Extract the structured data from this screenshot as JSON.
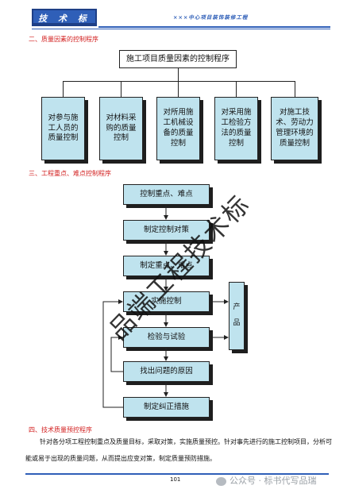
{
  "header": {
    "badge": "技 术 标",
    "project_title": "×××中心项目装饰装修工程"
  },
  "section2": {
    "title": "二、质量因素的控制程序",
    "top_box": "施工项目质量因素的控制程序",
    "boxes": [
      "对参与施工人员的质量控制",
      "对材料采购的质量控制",
      "对所用施工机械设备的质量控制",
      "对采用施工检验方法的质量控制",
      "对施工技术、劳动力管理环境的质量控制"
    ]
  },
  "section3": {
    "title": "三、工程重点、难点控制程序",
    "steps": [
      "控制重点、难点",
      "制定控制对策",
      "制定重点、难点",
      "实施控制",
      "检验与试验",
      "找出问题的原因",
      "制定纠正措施"
    ],
    "side_box": "产 品"
  },
  "section4": {
    "title": "四、技术质量预控程序",
    "paragraph": "针对各分项工程控制重点及质量目标，采取对策，实施质量预控。针对事先进行的施工控制项目，分析可能或易于出现的质量问题，从而提出应变对策，制定质量预防措施。"
  },
  "watermark": "品端工程技术标",
  "footer": {
    "page_number": "101",
    "wechat_label": "公众号 · 标书代写品瑞"
  },
  "colors": {
    "accent": "#2f5fb8",
    "section_title": "#d21e1e",
    "box_fill": "#bfe3ee"
  }
}
